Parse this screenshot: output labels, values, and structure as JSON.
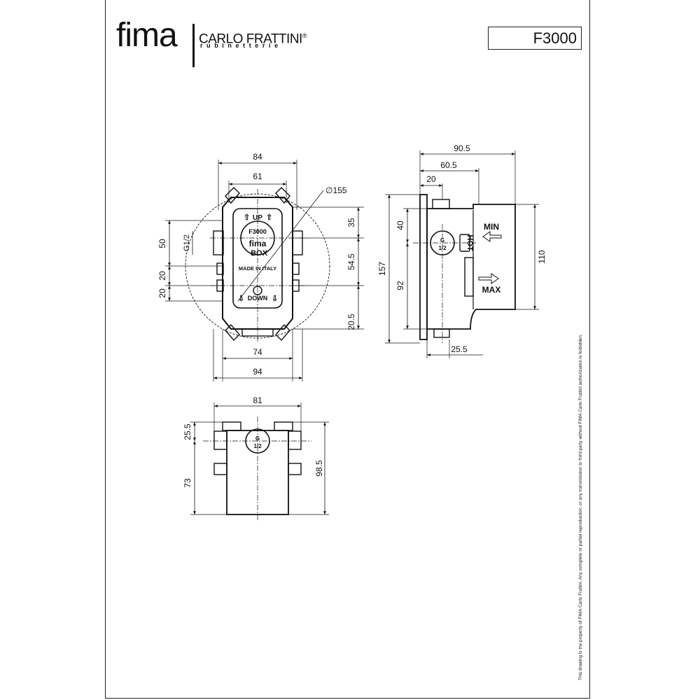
{
  "header": {
    "brand": "fima",
    "company": "CARLO FRATTINI",
    "registered": "®",
    "tagline": "rubinetterie",
    "product_code": "F3000"
  },
  "front_view": {
    "dim_top_outer": "84",
    "dim_top_inner": "61",
    "dim_diameter": "∅155",
    "dim_right_1": "35",
    "dim_right_2": "54.5",
    "dim_right_3": "20.5",
    "dim_left_1": "50",
    "dim_left_thread": "G1/2",
    "dim_left_2": "20",
    "dim_left_3": "20",
    "dim_bottom_inner": "74",
    "dim_bottom_outer": "94",
    "label_up": "UP",
    "label_model": "F3000",
    "label_brand": "fima",
    "label_box": "BOX",
    "label_made": "MADE IN ITALY",
    "label_down": "DOWN"
  },
  "side_view": {
    "dim_top_1": "90.5",
    "dim_top_2": "60.5",
    "dim_top_3": "20",
    "dim_left_outer": "157",
    "dim_left_1": "40",
    "dim_left_2": "92",
    "dim_right": "110",
    "dim_bottom": "25.5",
    "label_min": "MIN",
    "label_hot": "HOT",
    "label_max": "MAX",
    "port_g": "G",
    "port_size": "1/2"
  },
  "bottom_view": {
    "dim_top": "81",
    "dim_left_1": "25.5",
    "dim_left_2": "73",
    "dim_right": "98.5",
    "port_g": "G",
    "port_size": "1/2"
  },
  "legal_notice": "This drawing is the property of FIMA Carlo Frattini. Any complete or partial reproduction, or any transmission to third party without FIMA Carlo Frattini authorization is forbidden."
}
